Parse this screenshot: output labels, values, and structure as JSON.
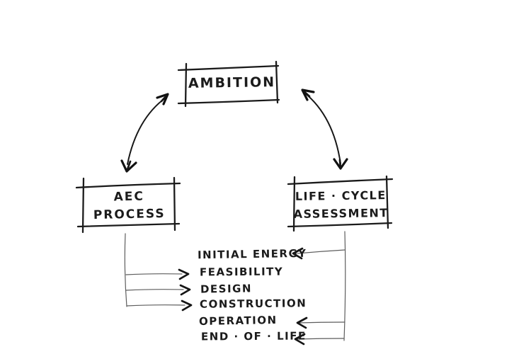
{
  "nodes": {
    "ambition": {
      "label": "AMBITION"
    },
    "aec_process": {
      "line1": "AEC",
      "line2": "PROCESS"
    },
    "lca": {
      "line1": "LIFE · CYCLE",
      "line2": "ASSESSMENT"
    }
  },
  "phases": [
    {
      "label": "INITIAL ENERGY",
      "arrow_from": "lca"
    },
    {
      "label": "FEASIBILITY",
      "arrow_from": "aec_process"
    },
    {
      "label": "DESIGN",
      "arrow_from": "aec_process"
    },
    {
      "label": "CONSTRUCTION",
      "arrow_from": "aec_process"
    },
    {
      "label": "OPERATION",
      "arrow_from": "lca"
    },
    {
      "label": "END · OF · LIFE",
      "arrow_from": "lca"
    }
  ],
  "connections": [
    {
      "from": "AMBITION",
      "to": "AEC PROCESS",
      "type": "double-headed curved arrow"
    },
    {
      "from": "AMBITION",
      "to": "LIFE · CYCLE ASSESSMENT",
      "type": "double-headed curved arrow"
    },
    {
      "from": "AEC PROCESS",
      "to": [
        "FEASIBILITY",
        "DESIGN",
        "CONSTRUCTION"
      ],
      "type": "branch arrows"
    },
    {
      "from": "LIFE · CYCLE ASSESSMENT",
      "to": [
        "INITIAL ENERGY",
        "OPERATION",
        "END · OF · LIFE"
      ],
      "type": "branch arrows"
    }
  ],
  "colors": {
    "ink": "#1b1b1b",
    "thin_line": "#5d5d5d",
    "background": "#ffffff"
  }
}
